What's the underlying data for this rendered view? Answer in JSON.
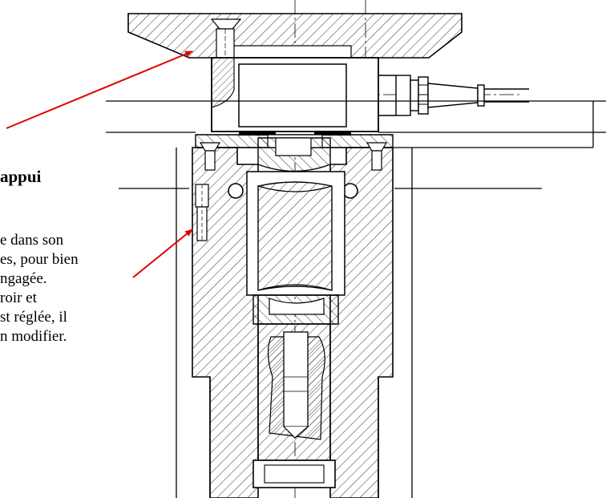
{
  "callout": {
    "title": "appui",
    "lines": [
      "e dans son",
      "es, pour bien",
      "ngagée.",
      "roir et",
      "st réglée, il",
      "n modifier."
    ]
  },
  "colors": {
    "outline": "#000000",
    "hatch": "#000000",
    "arrow": "#e00000",
    "background": "#ffffff"
  }
}
